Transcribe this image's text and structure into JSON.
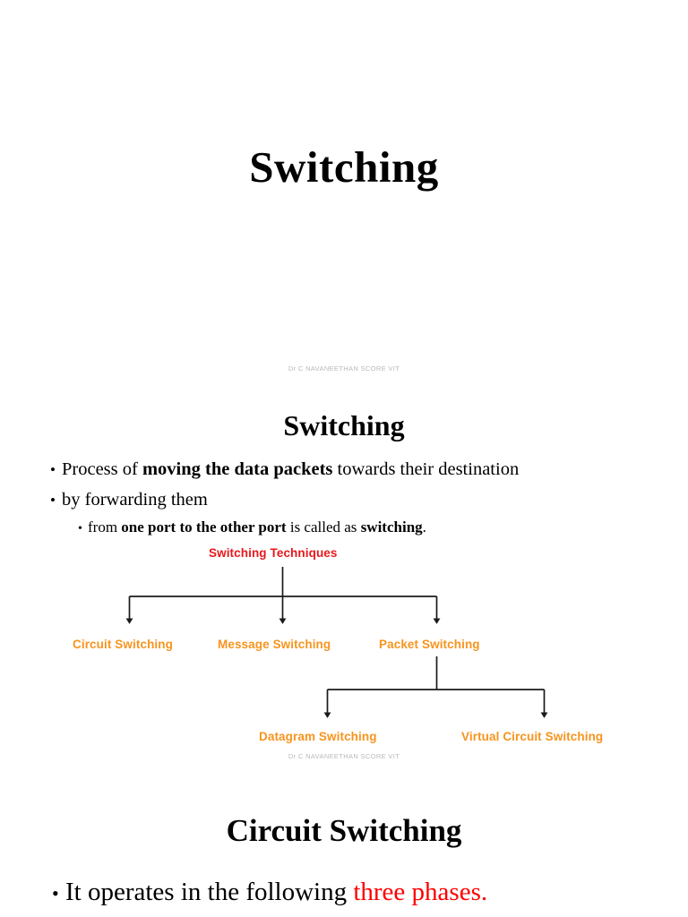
{
  "document": {
    "footer_credit": "Dr C NAVANEETHAN SCORE VIT",
    "colors": {
      "root_red": "#e8181c",
      "child_orange": "#f7941e",
      "accent_red": "#ff0000",
      "footer_gray": "#b9b9b9",
      "connector": "#1a1a1a",
      "background": "#ffffff"
    }
  },
  "slide1": {
    "title": "Switching"
  },
  "slide2": {
    "title": "Switching",
    "bullets": [
      {
        "marker": "•",
        "parts": [
          {
            "text": "Process of ",
            "bold": false
          },
          {
            "text": "moving the data packets",
            "bold": true
          },
          {
            "text": " towards their destination",
            "bold": false
          }
        ]
      },
      {
        "marker": "•",
        "parts": [
          {
            "text": "by forwarding them",
            "bold": false
          }
        ]
      },
      {
        "marker": "•",
        "parts": [
          {
            "text": "from ",
            "bold": false
          },
          {
            "text": "one port to the other port",
            "bold": true
          },
          {
            "text": " is called as ",
            "bold": false
          },
          {
            "text": "switching",
            "bold": true
          },
          {
            "text": ".",
            "bold": false
          }
        ]
      }
    ],
    "diagram": {
      "type": "tree",
      "root": {
        "label": "Switching Techniques",
        "color": "#e8181c"
      },
      "level1": [
        {
          "label": "Circuit Switching",
          "color": "#f7941e"
        },
        {
          "label": "Message Switching",
          "color": "#f7941e"
        },
        {
          "label": "Packet Switching",
          "color": "#f7941e"
        }
      ],
      "level2_parent": "Packet Switching",
      "level2": [
        {
          "label": "Datagram Switching",
          "color": "#f7941e"
        },
        {
          "label": "Virtual Circuit Switching",
          "color": "#f7941e"
        }
      ]
    }
  },
  "slide3": {
    "title": "Circuit Switching",
    "bullet": {
      "marker": "•",
      "parts": [
        {
          "text": "It operates in the following ",
          "color": "#000000"
        },
        {
          "text": "three phases.",
          "color": "#ff0000"
        }
      ]
    }
  }
}
